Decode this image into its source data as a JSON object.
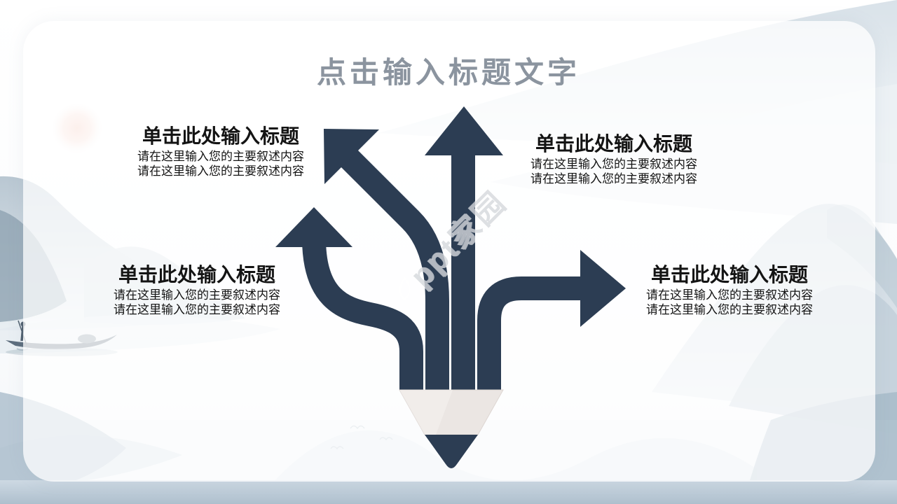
{
  "slide": {
    "title": "点击输入标题文字",
    "watermark": "ppt家园"
  },
  "blocks": [
    {
      "position": "top-left",
      "title": "单击此处输入标题",
      "body_lines": [
        "请在这里输入您的主要叙述内容",
        "请在这里输入您的主要叙述内容"
      ]
    },
    {
      "position": "top-right",
      "title": "单击此处输入标题",
      "body_lines": [
        "请在这里输入您的主要叙述内容",
        "请在这里输入您的主要叙述内容"
      ]
    },
    {
      "position": "middle-left",
      "title": "单击此处输入标题",
      "body_lines": [
        "请在这里输入您的主要叙述内容",
        "请在这里输入您的主要叙述内容"
      ]
    },
    {
      "position": "middle-right",
      "title": "单击此处输入标题",
      "body_lines": [
        "请在这里输入您的主要叙述内容",
        "请在这里输入您的主要叙述内容"
      ]
    }
  ],
  "colors": {
    "arrow": "#2c3d53",
    "heading": "#8b949f",
    "text": "#141414",
    "wood": "#ebe6e3",
    "watermark": "#d6d9dd",
    "sun": "#f2c3b4",
    "mist": "#dbe3ea",
    "water": "#b7c6d3"
  }
}
